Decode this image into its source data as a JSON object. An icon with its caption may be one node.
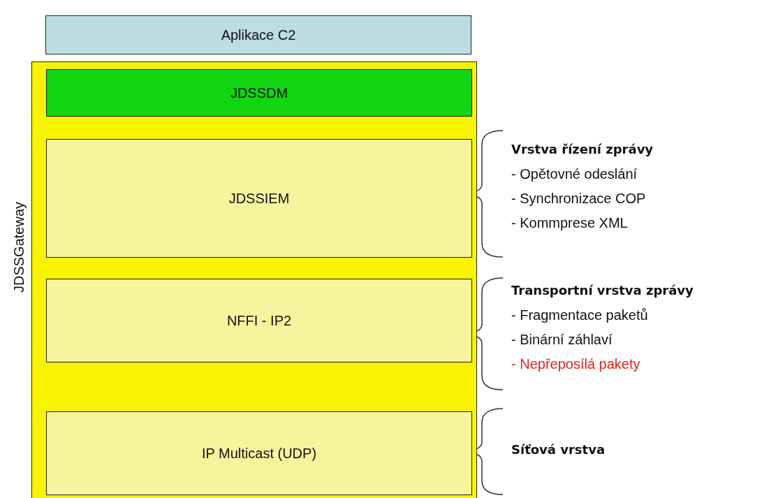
{
  "diagram": {
    "nodes": [
      {
        "text": [
          "Aplikace C2"
        ]
      },
      {
        "text": [
          "JDSSGateway"
        ]
      },
      {
        "text": [
          "JDSSDM"
        ],
        "in": 1
      },
      {
        "text": [
          "JDSSIEM"
        ],
        "in": 1
      },
      {
        "text": [
          "NFFI - IP2"
        ],
        "in": 1
      },
      {
        "text": [
          "IP Multicast (UDP)"
        ],
        "in": 1
      }
    ],
    "edges": [],
    "labels": [
      "Vrstva řízení zprávy",
      "- Opětovné odeslání",
      "- Synchronizace COP",
      "- Kommprese XML",
      "Transportní vrstva zprávy",
      "- Fragmentace paketů",
      "- Binární záhlaví",
      "- Nepřeposílá pakety",
      "Síťová vrstva"
    ]
  }
}
